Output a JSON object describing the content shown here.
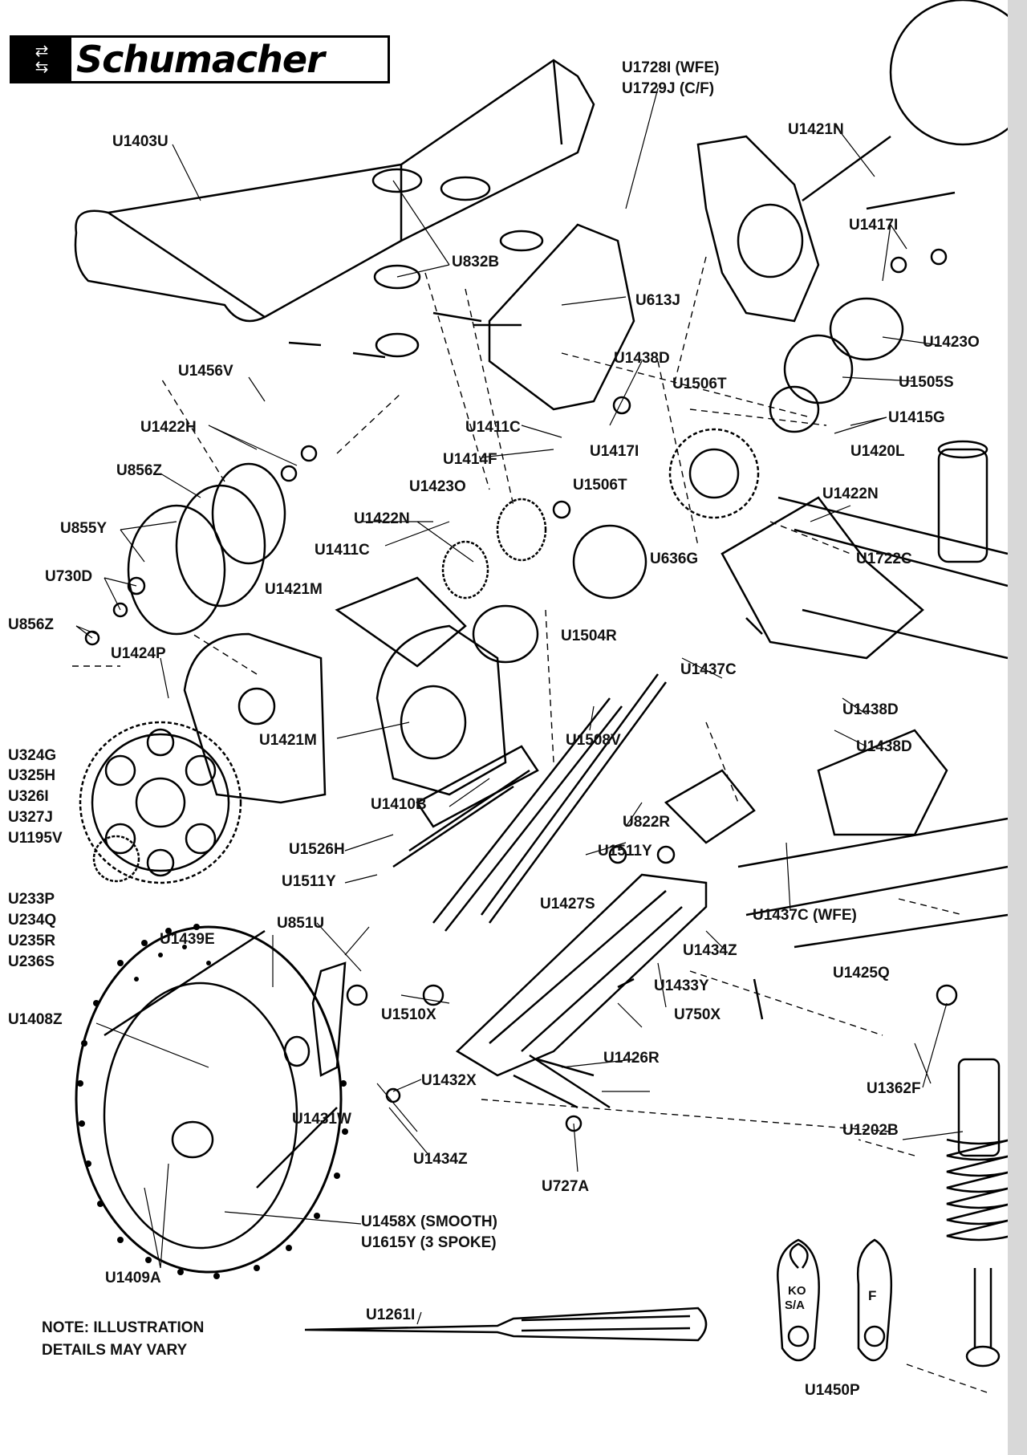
{
  "brand": {
    "name": "Schumacher",
    "icon": "double-arrow-logo-icon"
  },
  "note": {
    "line1": "NOTE: ILLUSTRATION",
    "line2": "DETAILS MAY VARY"
  },
  "parts": {
    "u1403u": "U1403U",
    "u832b": "U832B",
    "u1728i": "U1728I (WFE)",
    "u1729j": "U1729J (C/F)",
    "u1421n": "U1421N",
    "u1417i_top": "U1417I",
    "u613j": "U613J",
    "u1438d_top": "U1438D",
    "u1506t_top": "U1506T",
    "u1423o_right": "U1423O",
    "u1505s": "U1505S",
    "u1415g": "U1415G",
    "u1420l": "U1420L",
    "u1456v": "U1456V",
    "u1422h": "U1422H",
    "u1411c_top": "U1411C",
    "u1414f": "U1414F",
    "u1417i_mid": "U1417I",
    "u856z_top": "U856Z",
    "u1423o_mid": "U1423O",
    "u1506t_mid": "U1506T",
    "u1422n_right": "U1422N",
    "u855y": "U855Y",
    "u1422n_mid": "U1422N",
    "u730d": "U730D",
    "u1411c_mid": "U1411C",
    "u636g": "U636G",
    "u1722c": "U1722C",
    "u1421m_top": "U1421M",
    "u856z_left": "U856Z",
    "u1504r": "U1504R",
    "u1424p": "U1424P",
    "u1437c": "U1437C",
    "u1438d_low": "U1438D",
    "u1438d_low2": "U1438D",
    "u1421m_low": "U1421M",
    "u1508v": "U1508V",
    "u324g": "U324G",
    "u325h": "U325H",
    "u326i": "U326I",
    "u327j": "U327J",
    "u1195v": "U1195V",
    "u1410b": "U1410B",
    "u822r": "U822R",
    "u1526h": "U1526H",
    "u1511y_right": "U1511Y",
    "u1511y_left": "U1511Y",
    "u1427s": "U1427S",
    "u1437c_wfe": "U1437C (WFE)",
    "u233p": "U233P",
    "u234q": "U234Q",
    "u235r": "U235R",
    "u236s": "U236S",
    "u851u": "U851U",
    "u1439e": "U1439E",
    "u1434z_mid": "U1434Z",
    "u1425q": "U1425Q",
    "u1433y": "U1433Y",
    "u1510x": "U1510X",
    "u750x": "U750X",
    "u1408z": "U1408Z",
    "u1426r": "U1426R",
    "u1432x": "U1432X",
    "u1362f": "U1362F",
    "u1431w": "U1431W",
    "u1202b": "U1202B",
    "u1434z_low": "U1434Z",
    "u727a": "U727A",
    "u1458x": "U1458X (SMOOTH)",
    "u1615y": "U1615Y (3 SPOKE)",
    "u1409a": "U1409A",
    "u1261i": "U1261I",
    "u1450p": "U1450P",
    "servo_ko": "KO",
    "servo_sa": "S/A",
    "servo_f": "F"
  }
}
